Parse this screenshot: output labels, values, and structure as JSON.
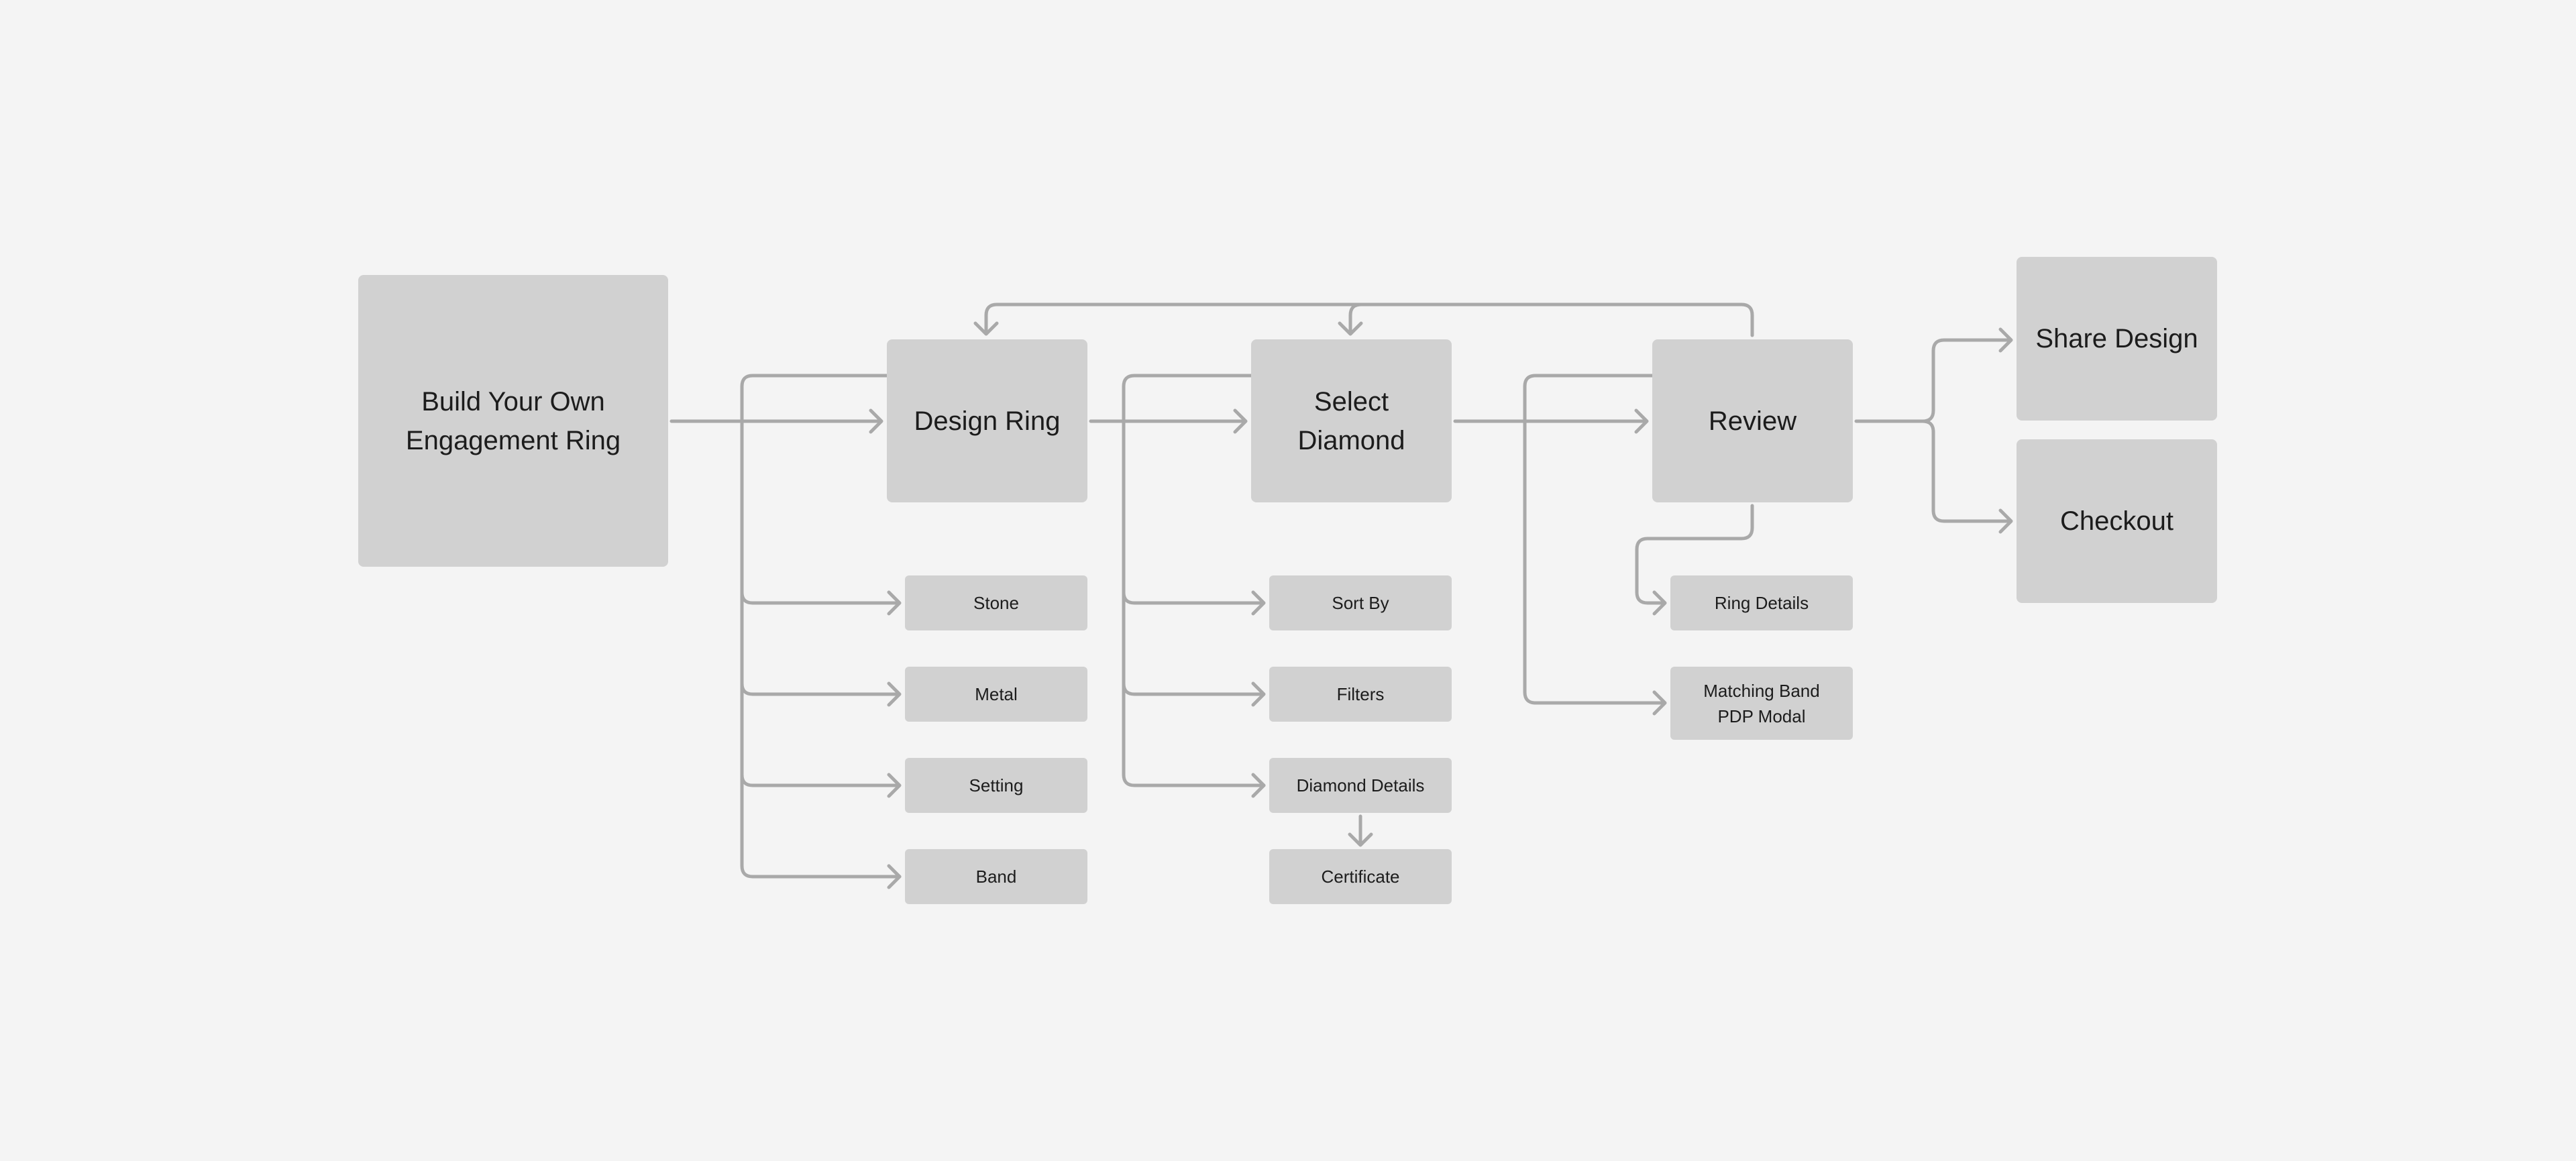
{
  "diagram": {
    "nodes": {
      "build": "Build Your Own\nEngagement Ring",
      "design_ring": "Design Ring",
      "select_diamond": "Select\nDiamond",
      "review": "Review",
      "share_design": "Share Design",
      "checkout": "Checkout",
      "stone": "Stone",
      "metal": "Metal",
      "setting": "Setting",
      "band": "Band",
      "sort_by": "Sort By",
      "filters": "Filters",
      "diamond_details": "Diamond Details",
      "certificate": "Certificate",
      "ring_details": "Ring Details",
      "matching_band": "Matching Band\nPDP Modal"
    },
    "colors": {
      "background": "#f4f4f4",
      "node_fill": "#d1d1d1",
      "connector": "#a9a9a9",
      "text": "#1c1c1c"
    }
  }
}
